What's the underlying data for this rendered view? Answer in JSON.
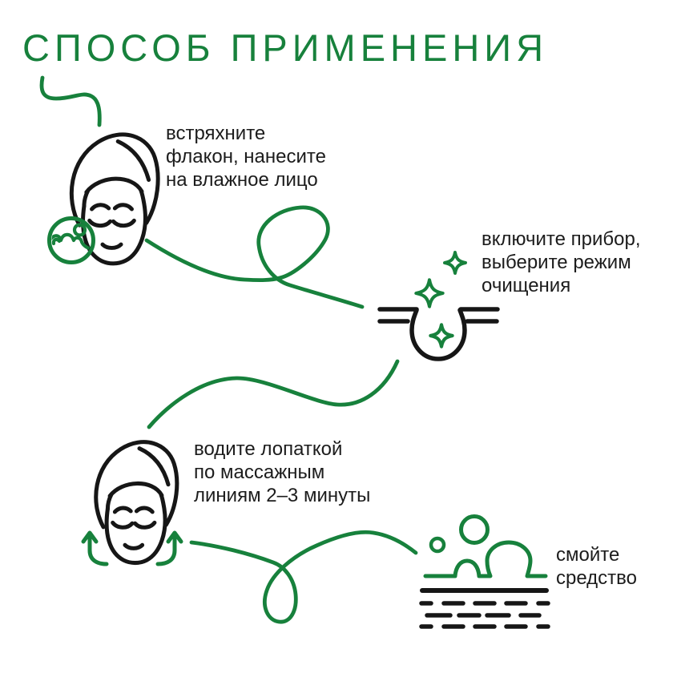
{
  "title": {
    "text": "СПОСОБ ПРИМЕНЕНИЯ"
  },
  "colors": {
    "accent_green": "#17813c",
    "ink_black": "#161616",
    "text_black": "#1c1c1c",
    "page_bg": "#ffffff"
  },
  "steps": [
    {
      "id": 1,
      "icon": "face-with-towel-and-foam-icon",
      "lines": [
        "встряхните",
        "флакон, нанесите",
        "на влажное лицо"
      ]
    },
    {
      "id": 2,
      "icon": "skin-pore-with-sparkles-icon",
      "lines": [
        "включите прибор,",
        "выберите режим",
        "очищения"
      ]
    },
    {
      "id": 3,
      "icon": "face-with-towel-and-massage-arrows-icon",
      "lines": [
        "водите лопаткой",
        "по массажным",
        "линиям 2–3 минуты"
      ]
    },
    {
      "id": 4,
      "icon": "water-rinse-bubbles-icon",
      "lines": [
        "смойте",
        "средство"
      ]
    }
  ]
}
